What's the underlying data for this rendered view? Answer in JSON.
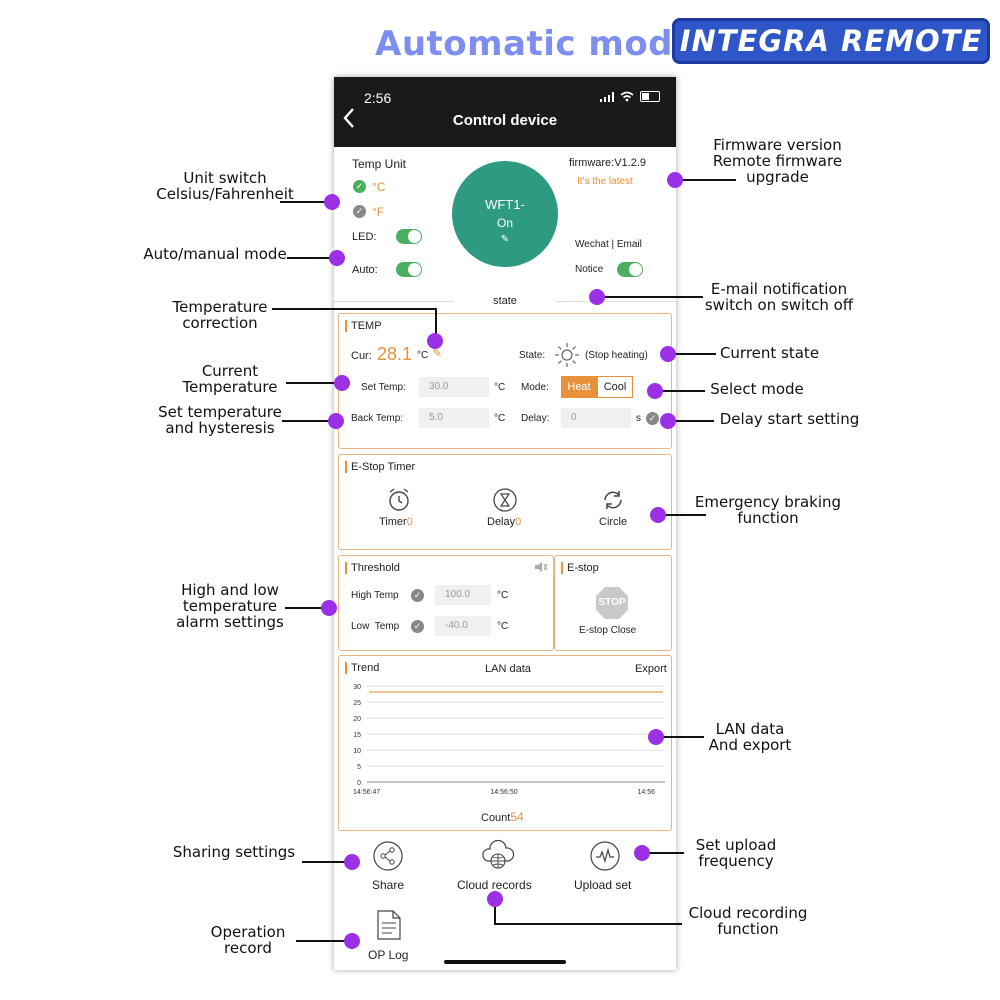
{
  "header": {
    "title": "Automatic mode",
    "logo_text": "INTEGRA REMOTE"
  },
  "phone": {
    "status": {
      "time": "2:56"
    },
    "nav": {
      "title": "Control device"
    },
    "unit": {
      "label": "Temp Unit",
      "celsius": "°C",
      "fahrenheit": "°F"
    },
    "led_label": "LED:",
    "auto_label": "Auto:",
    "device": {
      "name": "WFT1-",
      "state": "On"
    },
    "firmware": {
      "version": "firmware:V1.2.9",
      "status": "It's the latest"
    },
    "notify": {
      "channels": "Wechat | Email",
      "label": "Notice"
    },
    "state_divider": "state",
    "temp": {
      "title": "TEMP",
      "cur_label": "Cur:",
      "cur_value": "28.1",
      "unit": "°C",
      "state_label": "State:",
      "state_value": "(Stop heating)",
      "set_label": "Set Temp:",
      "set_value": "30.0",
      "back_label": "Back Temp:",
      "back_value": "5.0",
      "mode_label": "Mode:",
      "heat": "Heat",
      "cool": "Cool",
      "delay_label": "Delay:",
      "delay_value": "0",
      "delay_unit": "s"
    },
    "estop_timer": {
      "title": "E-Stop Timer",
      "timer_label": "Timer",
      "timer_count": "0",
      "delay_label": "Delay",
      "delay_count": "0",
      "circle_label": "Circle"
    },
    "threshold": {
      "title": "Threshold",
      "high_label": "High Temp",
      "high_value": "100.0",
      "low_label": "Low  Temp",
      "low_value": "-40.0",
      "unit": "°C"
    },
    "estop": {
      "title": "E-stop",
      "stop_sign": "STOP",
      "close_label": "E-stop Close"
    },
    "trend": {
      "title": "Trend",
      "center": "LAN data",
      "export": "Export",
      "count_label": "Count",
      "count_value": "54"
    },
    "actions": {
      "share": "Share",
      "cloud": "Cloud records",
      "upload": "Upload set",
      "oplog": "OP Log"
    }
  },
  "chart_data": {
    "type": "line",
    "x_ticks": [
      "14:56:47",
      "14:56:50",
      "14:56"
    ],
    "y_ticks": [
      0,
      5,
      10,
      15,
      20,
      25,
      30
    ],
    "ylim": [
      0,
      30
    ],
    "grid": true,
    "series": [
      {
        "values": [
          28.1,
          28.1
        ]
      }
    ]
  },
  "callouts": {
    "unit_switch": "Unit switch\nCelsius/Fahrenheit",
    "auto_manual": "Auto/manual mode",
    "temp_correction": "Temperature\ncorrection",
    "current_temp": "Current\nTemperature",
    "set_temp": "Set temperature\nand hysteresis",
    "firmware": "Firmware version\nRemote firmware\nupgrade",
    "email": "E-mail notification\nswitch on switch off",
    "current_state": "Current state",
    "select_mode": "Select mode",
    "delay_start": "Delay start setting",
    "emergency": "Emergency braking\nfunction",
    "alarm": "High and low\ntemperature\nalarm settings",
    "lan": "LAN data\nAnd export",
    "sharing": "Sharing settings",
    "upload_freq": "Set upload\nfrequency",
    "cloud": "Cloud recording\nfunction",
    "op_record": "Operation\nrecord"
  },
  "colors": {
    "accent": "#e8913a",
    "toggle": "#4caf60",
    "device": "#2e9a82",
    "callout_dot": "#9b30e6",
    "title": "#7d8ef0",
    "logo": "#2f56c9"
  }
}
